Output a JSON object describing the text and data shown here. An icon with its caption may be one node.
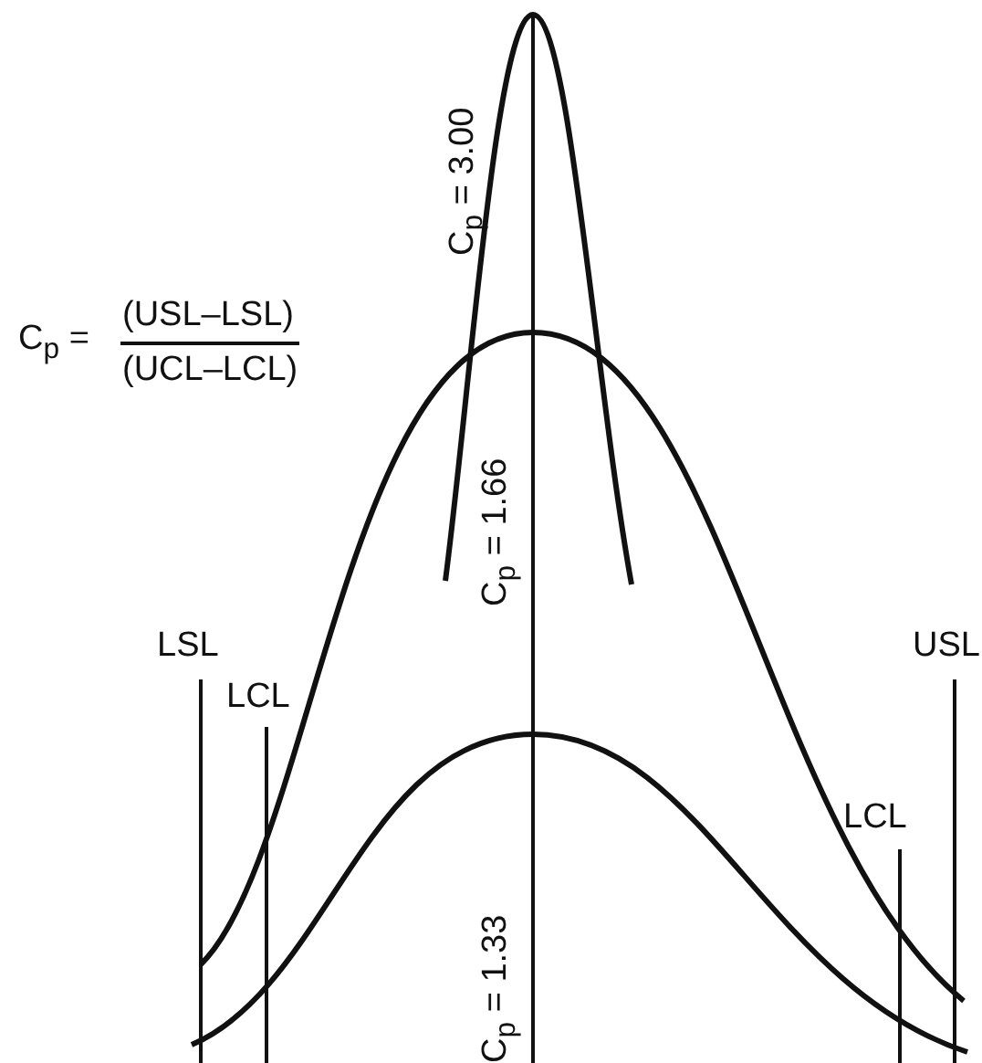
{
  "diagram": {
    "labels": [
      "C$_{p}$ = 3.00",
      "C$_{p}$ =",
      "(USL–LSL)",
      "(UCL–LCL)",
      "C$_{p}$ = 1.66",
      "LSL",
      "USL",
      "LCL",
      "C$_{p}$ = 1.33",
      "LCL"
    ]
  }
}
